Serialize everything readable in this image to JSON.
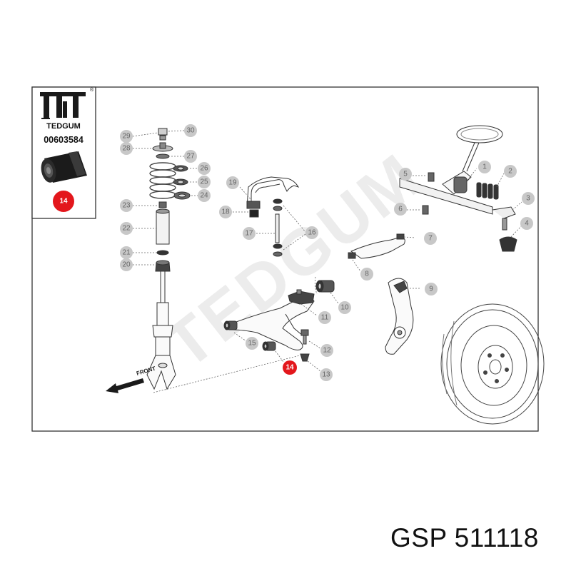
{
  "legend": {
    "brand": "TEDGUM",
    "registered_mark": "®",
    "part_number": "00603584",
    "highlight_label": "14",
    "logo_icon": "tedgum-logo-icon",
    "part_icon": "rubber-bushing-icon"
  },
  "diagram": {
    "watermark": "TEDGUM",
    "front_label": "FRONT",
    "callouts": [
      "1",
      "2",
      "3",
      "4",
      "5",
      "6",
      "7",
      "8",
      "9",
      "10",
      "11",
      "12",
      "13",
      "14",
      "15",
      "16",
      "17",
      "18",
      "19",
      "20",
      "21",
      "22",
      "23",
      "24",
      "25",
      "26",
      "27",
      "28",
      "29",
      "30"
    ],
    "highlighted_callout": "14",
    "highlight_color": "#e3171c",
    "callout_color": "#c8c8c8"
  },
  "footer": {
    "brand": "GSP",
    "part_number": "511118"
  }
}
